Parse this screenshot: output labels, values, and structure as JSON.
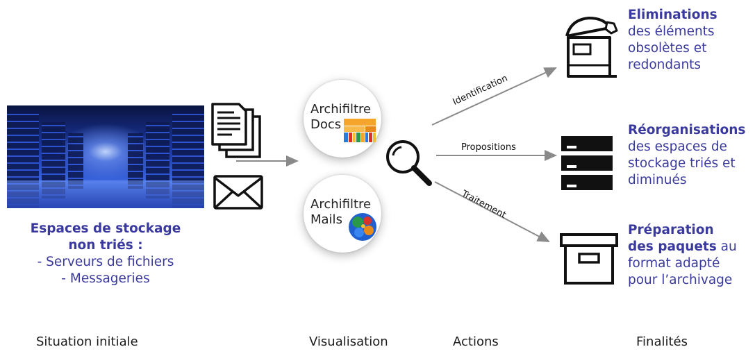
{
  "left": {
    "caption_line1": "Espaces de stockage",
    "caption_line2": "non triés :",
    "caption_line3": "- Serveurs de fichiers",
    "caption_line4": "- Messageries"
  },
  "tools": {
    "docs_line1": "Archifiltre",
    "docs_line2": "Docs",
    "mails_line1": "Archifiltre",
    "mails_line2": "Mails"
  },
  "actions": {
    "identification": "Identification",
    "propositions": "Propositions",
    "traitement": "Traitement"
  },
  "results": {
    "elim_title": "Eliminations",
    "elim_line1": "des éléments",
    "elim_line2": "obsolètes et",
    "elim_line3": "redondants",
    "reorg_title": "Réorganisations",
    "reorg_line1": "des espaces de",
    "reorg_line2": "stockage triés et",
    "reorg_line3": "diminués",
    "prep_title_line1": "Préparation",
    "prep_title_line2": "des paquets",
    "prep_line2_suffix": " au",
    "prep_line3": "format adapté",
    "prep_line4": "pour l’archivage"
  },
  "columns": {
    "situation": "Situation initiale",
    "visualisation": "Visualisation",
    "actions": "Actions",
    "finalites": "Finalités"
  },
  "colors": {
    "accent_blue": "#3a3a9e",
    "arrow_gray": "#8a8a8a",
    "icon_black": "#111111"
  },
  "icons": [
    "server-room-photo",
    "document-stack-icon",
    "envelope-icon",
    "archifiltre-docs-logo",
    "archifiltre-mails-logo",
    "magnifier-icon",
    "trash-bin-icon",
    "drawers-icon",
    "archive-box-icon"
  ]
}
